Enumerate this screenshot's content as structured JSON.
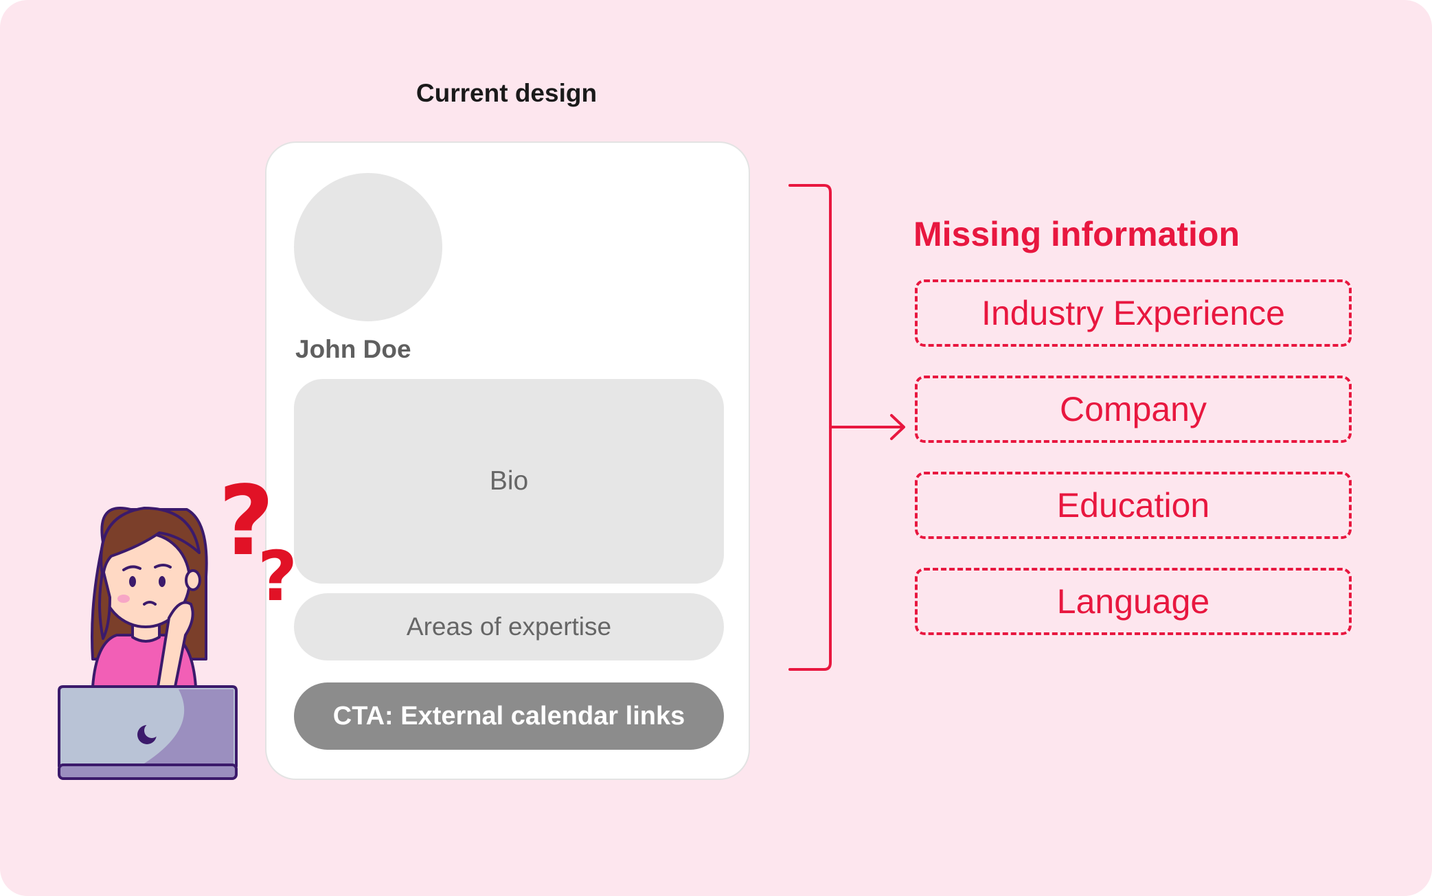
{
  "colors": {
    "background": "#fde6ee",
    "accent": "#e8173f",
    "placeholder": "#e6e6e6",
    "cta": "#8c8c8c"
  },
  "current_design": {
    "title": "Current design",
    "name": "John Doe",
    "bio_label": "Bio",
    "expertise_label": "Areas of expertise",
    "cta_label": "CTA: External calendar links"
  },
  "missing": {
    "title": "Missing information",
    "items": [
      {
        "label": "Industry Experience"
      },
      {
        "label": "Company"
      },
      {
        "label": "Education"
      },
      {
        "label": "Language"
      }
    ]
  },
  "illustration": {
    "question_mark": "?"
  }
}
